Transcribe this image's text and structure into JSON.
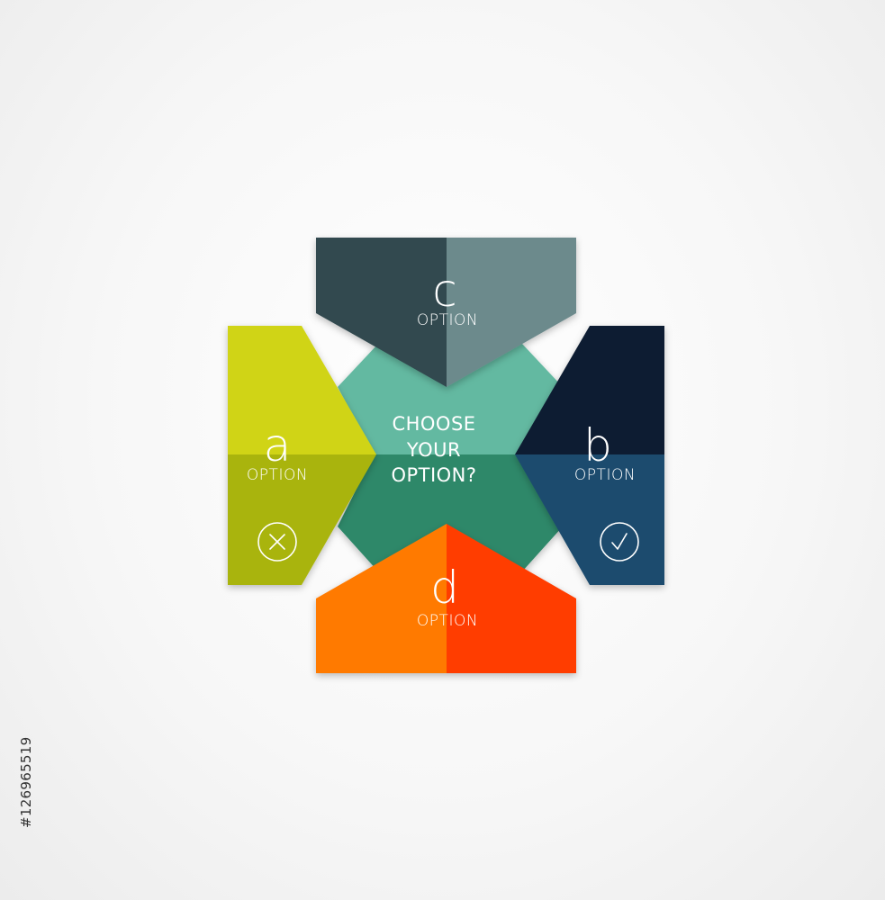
{
  "center": {
    "line1": "CHOOSE",
    "line2": "YOUR",
    "line3": "OPTION?"
  },
  "options": {
    "a": {
      "letter": "a",
      "label": "OPTION",
      "icon": "cross-circle-icon"
    },
    "b": {
      "letter": "b",
      "label": "OPTION",
      "icon": "check-circle-icon"
    },
    "c": {
      "letter": "c",
      "label": "OPTION"
    },
    "d": {
      "letter": "d",
      "label": "OPTION"
    }
  },
  "colors": {
    "a_top": "#d0d414",
    "a_bottom": "#a9b40a",
    "b_top": "#0f1f33",
    "b_bottom": "#1b4c6e",
    "c_left": "#324a4f",
    "c_right": "#6c8a8c",
    "d_left": "#ff7a00",
    "d_right": "#ff3c00",
    "center_top": "#64b9a1",
    "center_bottom": "#2e8869"
  },
  "stock_id": "#126965519"
}
